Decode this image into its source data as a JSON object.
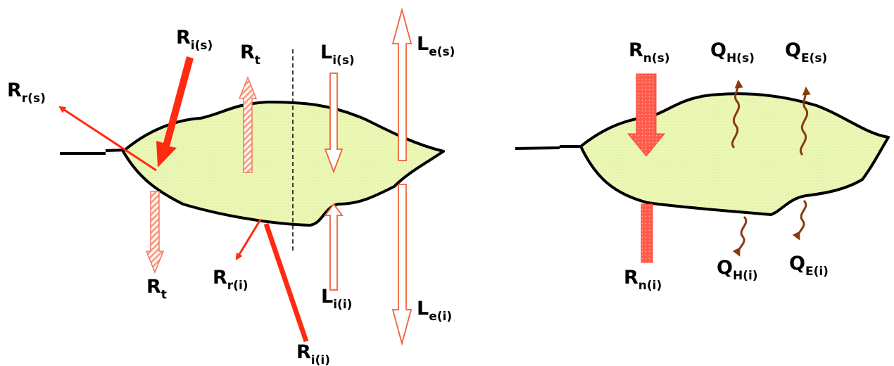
{
  "colors": {
    "leaf_fill": "#ebf7b4",
    "leaf_stroke": "#000000",
    "radiation_red": "#ff2a10",
    "hatched_red": "#f27a60",
    "net_red": "#ff5a4a",
    "heat_brown": "#8a3a10"
  },
  "left_panel": {
    "labels": {
      "Ri_s": {
        "main": "R",
        "sub": "i(s)"
      },
      "Rt_top": {
        "main": "R",
        "sub": "t"
      },
      "Li_s": {
        "main": "L",
        "sub": "i(s)"
      },
      "Le_s": {
        "main": "L",
        "sub": "e(s)"
      },
      "Rr_s": {
        "main": "R",
        "sub": "r(s)"
      },
      "Rt_bot": {
        "main": "R",
        "sub": "t"
      },
      "Rr_i": {
        "main": "R",
        "sub": "r(i)"
      },
      "Li_i": {
        "main": "L",
        "sub": "i(i)"
      },
      "Le_i": {
        "main": "L",
        "sub": "e(i)"
      },
      "Ri_i": {
        "main": "R",
        "sub": "i(i)"
      }
    }
  },
  "right_panel": {
    "labels": {
      "Rn_s": {
        "main": "R",
        "sub": "n(s)"
      },
      "QH_s": {
        "main": "Q",
        "sub": "H(s)"
      },
      "QE_s": {
        "main": "Q",
        "sub": "E(s)"
      },
      "Rn_i": {
        "main": "R",
        "sub": "n(i)"
      },
      "QH_i": {
        "main": "Q",
        "sub": "H(i)"
      },
      "QE_i": {
        "main": "Q",
        "sub": "E(i)"
      }
    }
  }
}
